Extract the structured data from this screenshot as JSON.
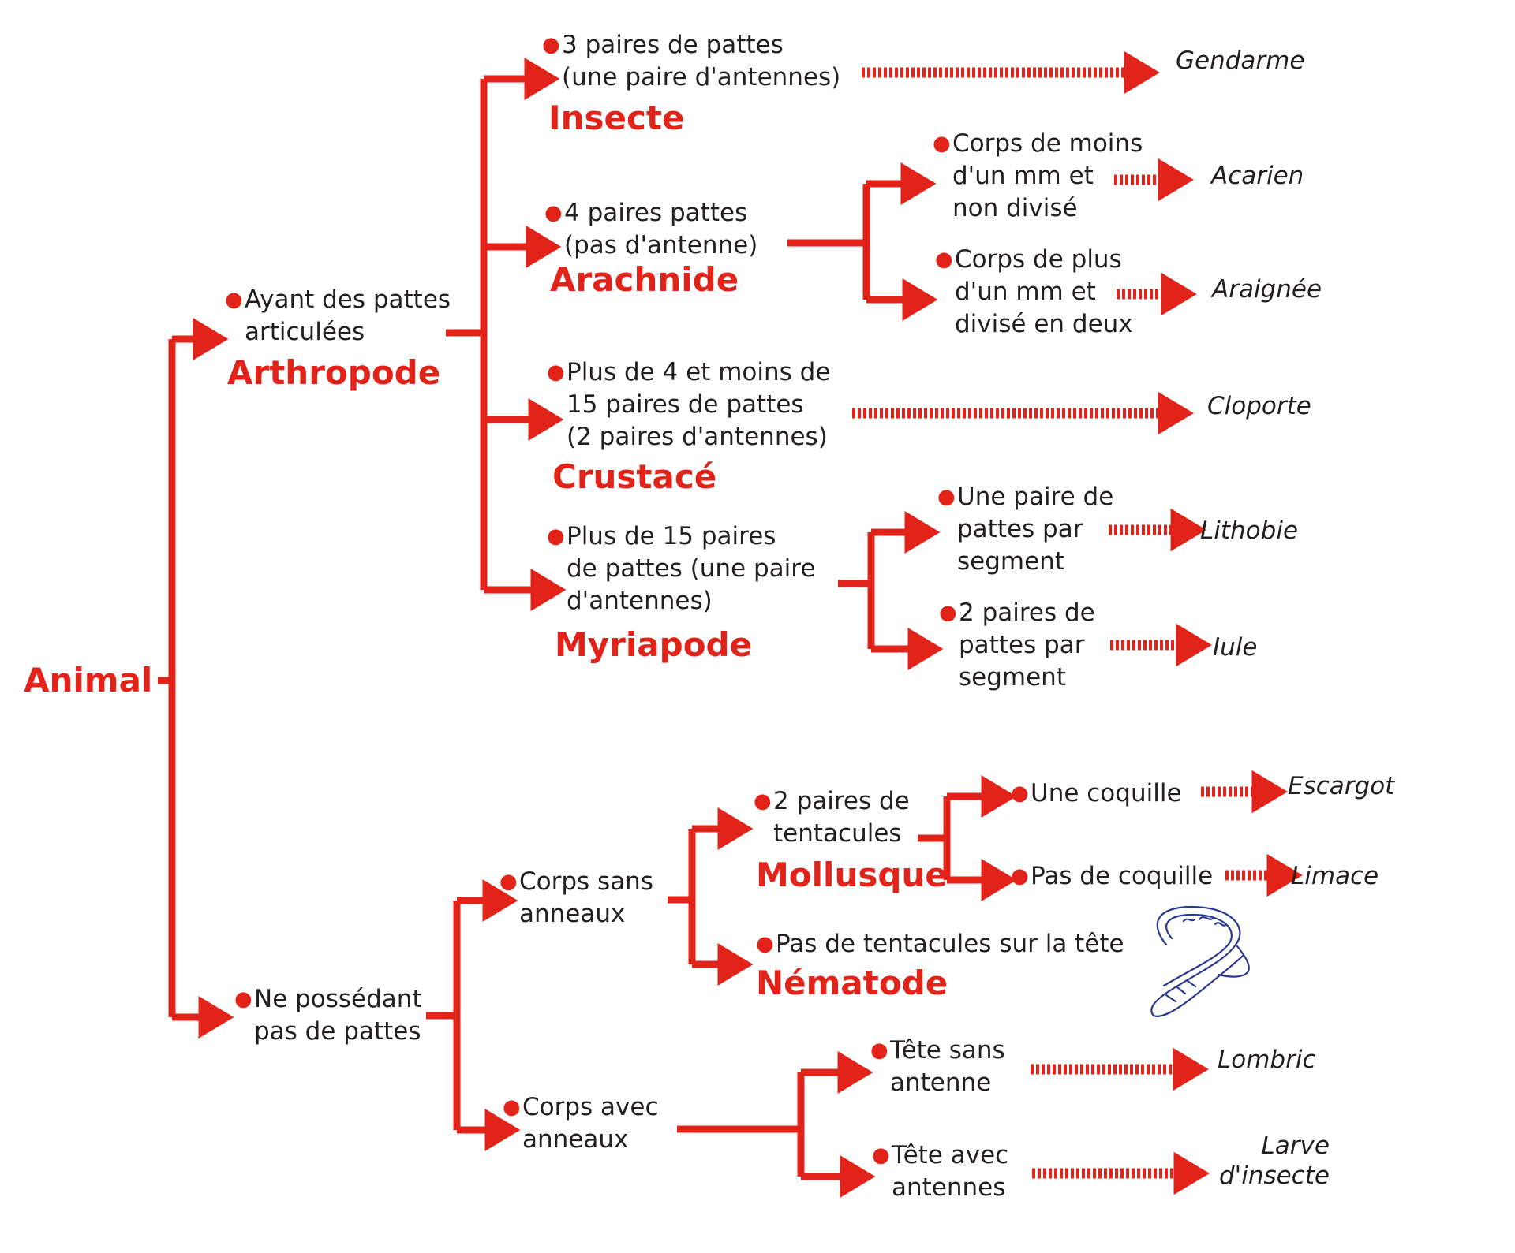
{
  "colors": {
    "accent": "#e2231a",
    "text": "#231f20"
  },
  "root": "Animal",
  "branches": {
    "pattes": {
      "desc": "Ayant des pattes\narticulées",
      "group": "Arthropode"
    },
    "sans_pattes": {
      "desc": "Ne possédant\npas de pattes"
    },
    "insecte": {
      "desc": "3 paires de pattes\n(une paire d'antennes)",
      "group": "Insecte",
      "leaf": "Gendarme"
    },
    "arachnide": {
      "desc": "4 paires pattes\n(pas d'antenne)",
      "group": "Arachnide",
      "a": {
        "desc": "Corps de moins\nd'un mm et\nnon divisé",
        "leaf": "Acarien"
      },
      "b": {
        "desc": "Corps de plus\nd'un mm et\ndivisé en deux",
        "leaf": "Araignée"
      }
    },
    "crustace": {
      "desc": "Plus de 4 et moins de\n15 paires de pattes\n(2 paires d'antennes)",
      "group": "Crustacé",
      "leaf": "Cloporte"
    },
    "myriapode": {
      "desc": "Plus de 15 paires\nde pattes (une paire\nd'antennes)",
      "group": "Myriapode",
      "a": {
        "desc": "Une paire de\npattes par\nsegment",
        "leaf": "Lithobie"
      },
      "b": {
        "desc": "2 paires de\npattes par\nsegment",
        "leaf": "Iule"
      }
    },
    "sans_anneaux": {
      "desc": "Corps sans\nanneaux"
    },
    "mollusque": {
      "desc": "2 paires de\ntentacules",
      "group": "Mollusque",
      "a": {
        "desc": "Une coquille",
        "leaf": "Escargot"
      },
      "b": {
        "desc": "Pas de coquille",
        "leaf": "Limace"
      }
    },
    "nematode": {
      "desc": "Pas de tentacules sur la tête",
      "group": "Nématode"
    },
    "avec_anneaux": {
      "desc": "Corps avec\nanneaux",
      "a": {
        "desc": "Tête sans\nantenne",
        "leaf": "Lombric"
      },
      "b": {
        "desc": "Tête avec\nantennes",
        "leaf": "Larve\nd'insecte"
      }
    }
  }
}
